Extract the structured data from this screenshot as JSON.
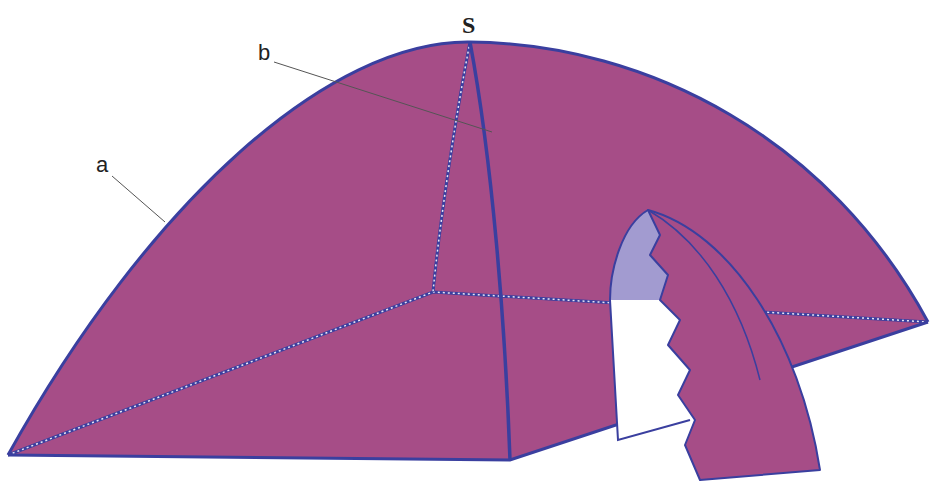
{
  "diagram": {
    "labels": [
      "a",
      "b",
      "S"
    ]
  }
}
